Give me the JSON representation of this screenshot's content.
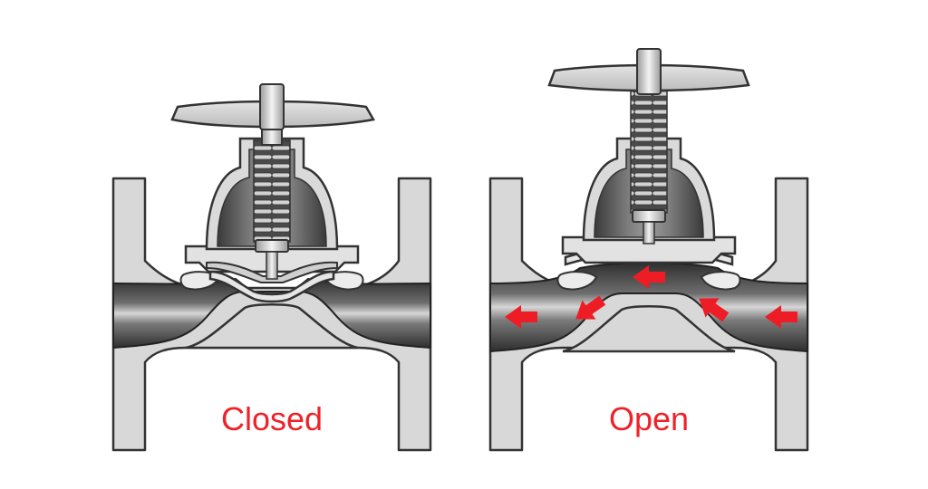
{
  "labels": {
    "closed": "Closed",
    "open": "Open"
  },
  "colors": {
    "label": "#ee2229",
    "flow_arrow": "#ee1c25",
    "body_fill": "#d8d8d8",
    "outline": "#333333",
    "dark": "#3a3a3a"
  },
  "icons": {
    "flow": "arrow-left-icon"
  },
  "valves": [
    {
      "state": "closed",
      "flow_arrows": 0
    },
    {
      "state": "open",
      "flow_arrows": 5
    }
  ]
}
